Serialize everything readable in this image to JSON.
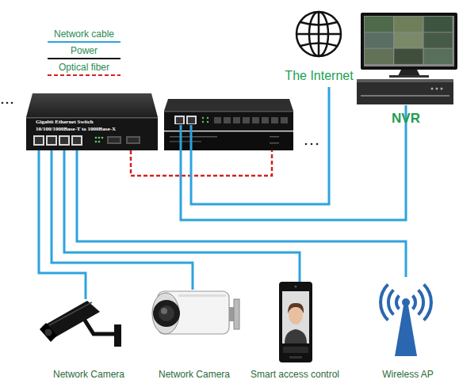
{
  "diagram": {
    "nodes": [
      {
        "text": [
          "Gigabit Ethernet Switch",
          "10/100/1000Base-T to 1000Base-X"
        ]
      },
      {
        "text": [
          "The Internet"
        ]
      },
      {
        "text": [
          "NVR"
        ]
      },
      {
        "text": [
          "Network Camera"
        ]
      },
      {
        "text": [
          "Network Camera"
        ]
      },
      {
        "text": [
          "Smart access control"
        ]
      },
      {
        "text": [
          "Wireless AP"
        ]
      }
    ],
    "edges": [
      {
        "from": 0,
        "to": 3,
        "arrow": "none"
      },
      {
        "from": 0,
        "to": 4,
        "arrow": "none"
      },
      {
        "from": 0,
        "to": 5,
        "arrow": "none"
      },
      {
        "from": 0,
        "to": 6,
        "arrow": "none"
      }
    ],
    "legend": [
      {
        "text": "Network cable"
      },
      {
        "text": "Power"
      },
      {
        "text": "Optical fiber"
      }
    ]
  }
}
